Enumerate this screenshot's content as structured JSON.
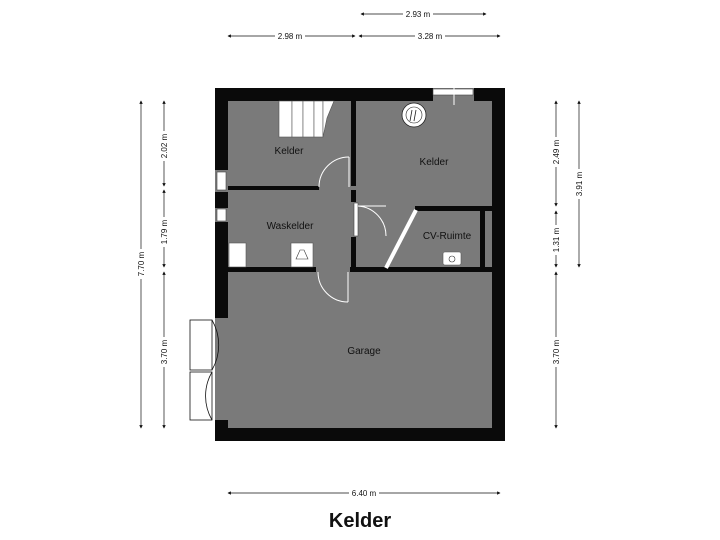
{
  "title": "Kelder",
  "rooms": {
    "kelder_left": "Kelder",
    "kelder_right": "Kelder",
    "waskelder": "Waskelder",
    "cv_ruimte": "CV-Ruimte",
    "garage": "Garage"
  },
  "dimensions": {
    "top_upper": "2.93 m",
    "top_left": "2.98 m",
    "top_right": "3.28 m",
    "bottom": "6.40 m",
    "left_total": "7.70 m",
    "left_1": "2.02 m",
    "left_2": "1.79 m",
    "left_3": "3.70 m",
    "right_1": "2.49 m",
    "right_2": "1.31 m",
    "right_3": "3.70 m",
    "right_total": "3.91 m"
  },
  "colors": {
    "floor": "#7a7a7a",
    "wall": "#0a0a0a",
    "background": "#ffffff"
  }
}
